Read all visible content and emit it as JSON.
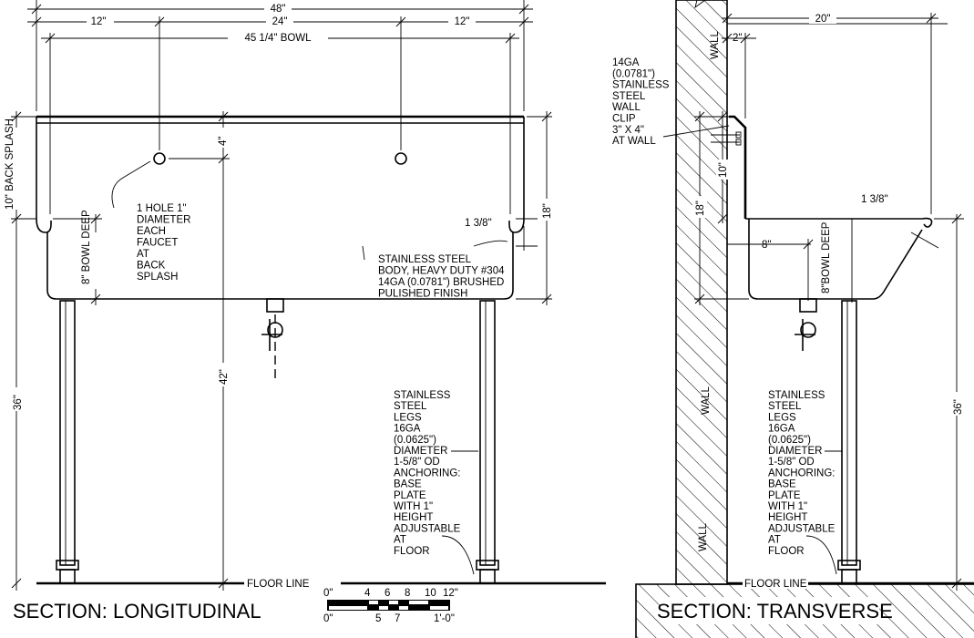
{
  "longitudinal": {
    "title": "SECTION: LONGITUDINAL",
    "dims": {
      "overall": "48\"",
      "left": "12\"",
      "center": "24\"",
      "right": "12\"",
      "bowl": "45 1/4\" BOWL",
      "back_splash": "10\" BACK SPLASH",
      "height": "36\"",
      "bowl_deep": "8\" BOWL DEEP",
      "faucet_height": "42\"",
      "hole_offset": "4\"",
      "depth": "18\"",
      "rim": "1 3/8\""
    },
    "notes": {
      "hole": [
        "1 HOLE 1\"",
        "DIAMETER",
        "EACH",
        "FAUCET",
        "AT",
        "BACK",
        "SPLASH"
      ],
      "body": [
        "STAINLESS STEEL",
        "BODY, HEAVY DUTY #304",
        "14GA (0.0781\") BRUSHED",
        "PULISHED FINISH"
      ],
      "legs": [
        "STAINLESS",
        "STEEL",
        "LEGS",
        "16GA",
        "(0.0625\")",
        "DIAMETER",
        "1-5/8\" OD",
        "ANCHORING:",
        "BASE",
        "PLATE",
        "WITH 1\"",
        "HEIGHT",
        "ADJUSTABLE",
        "AT",
        "FLOOR"
      ]
    },
    "floor_line": "FLOOR LINE"
  },
  "scale_bar": {
    "top_labels": [
      "0\"",
      "4",
      "6",
      "8",
      "10",
      "12\""
    ],
    "bottom_labels": [
      "0\"",
      "5",
      "7",
      "1'-0\""
    ]
  },
  "transverse": {
    "title": "SECTION: TRANSVERSE",
    "wall_label": "WALL",
    "dims": {
      "depth": "20\"",
      "offset": "2\"",
      "clip_height": "10\"",
      "height_18": "18\"",
      "rim": "1 3/8\"",
      "drain_offset": "8\"",
      "bowl_deep": "8\"BOWL DEEP",
      "height": "36\""
    },
    "notes": {
      "clip": [
        "14GA",
        "(0.0781\")",
        "STAINLESS",
        "STEEL",
        "WALL",
        "CLIP",
        "3\" X 4\"",
        "AT WALL"
      ],
      "legs": [
        "STAINLESS",
        "STEEL",
        "LEGS",
        "16GA",
        "(0.0625\")",
        "DIAMETER",
        "1-5/8\" OD",
        "ANCHORING:",
        "BASE",
        "PLATE",
        "WITH 1\"",
        "HEIGHT",
        "ADJUSTABLE",
        "AT",
        "FLOOR"
      ]
    },
    "floor_line": "FLOOR LINE"
  }
}
